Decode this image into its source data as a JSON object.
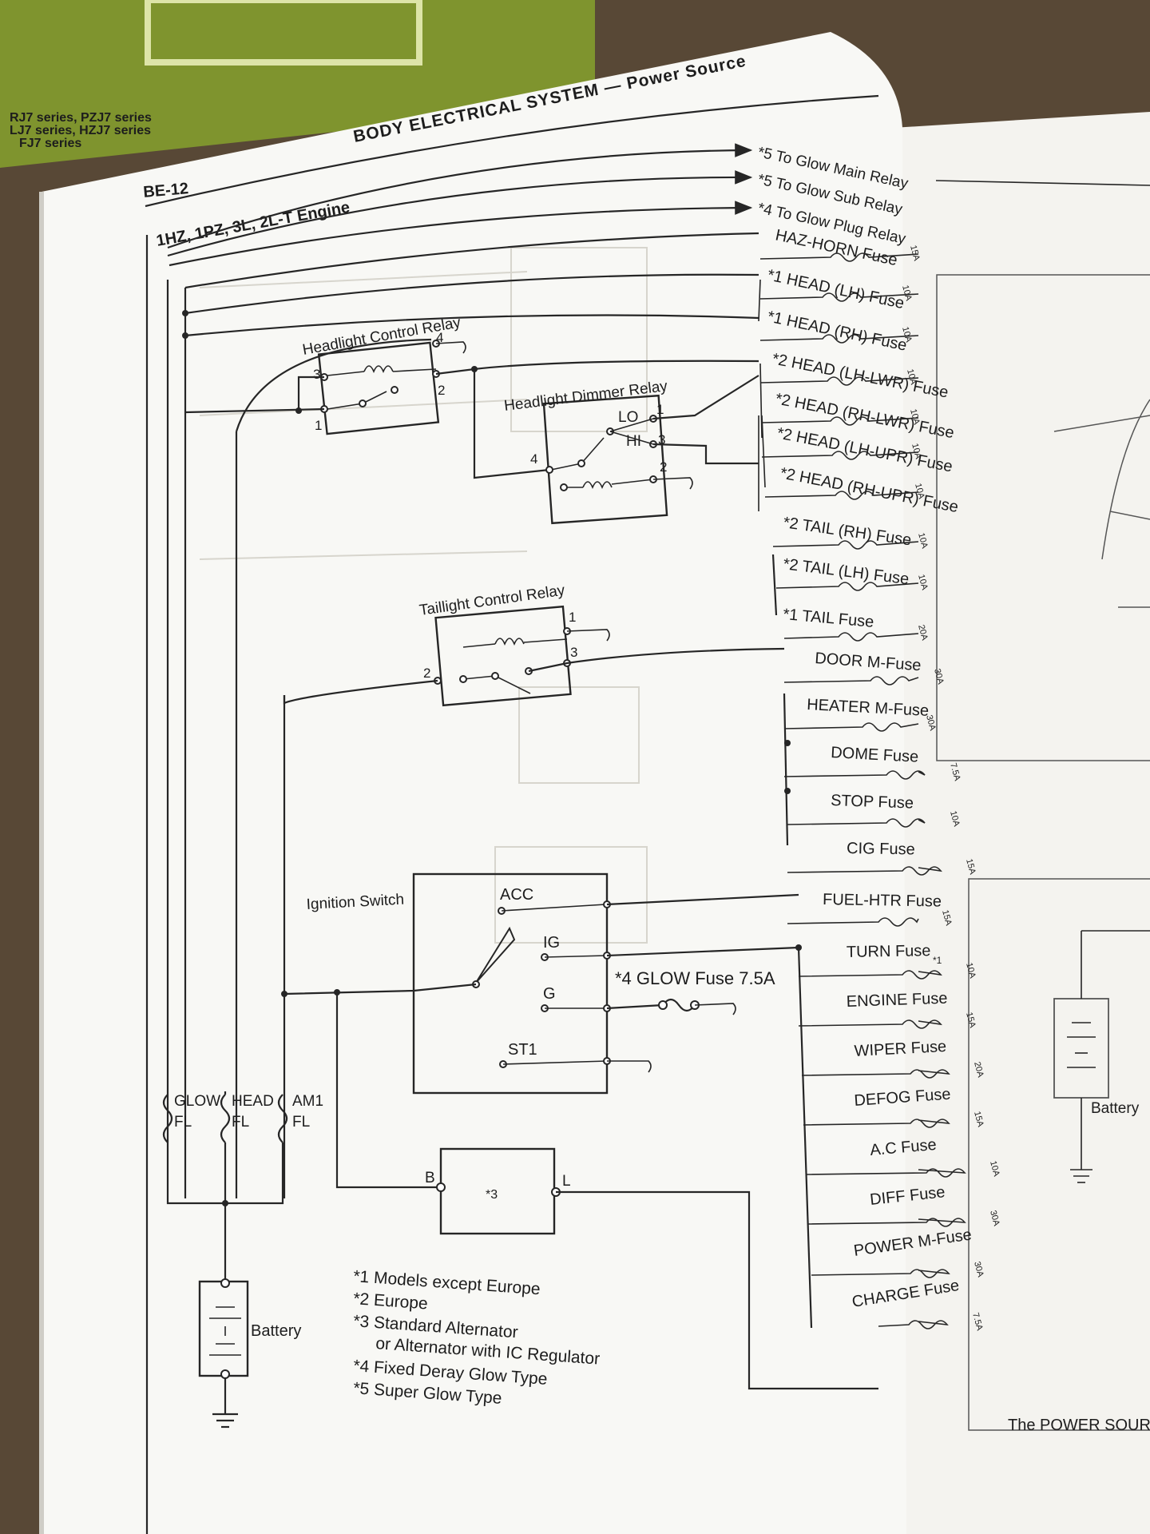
{
  "page": {
    "number": "BE-12",
    "header": "BODY ELECTRICAL SYSTEM — Power Source",
    "engine": "1HZ, 1PZ, 3L, 2L-T Engine"
  },
  "cover": {
    "lines": [
      "RJ7  series, PZJ7  series",
      "LJ7  series, HZJ7  series",
      "FJ7  series"
    ]
  },
  "outputs": [
    "*5 To Glow Main Relay",
    "*5 To Glow Sub Relay",
    "*4 To Glow Plug Relay"
  ],
  "fuses": [
    {
      "name": "HAZ-HORN Fuse",
      "rating": "15A"
    },
    {
      "name": "*1 HEAD (LH) Fuse",
      "rating": "10A"
    },
    {
      "name": "*1 HEAD (RH) Fuse",
      "rating": "10A"
    },
    {
      "name": "*2 HEAD (LH-LWR) Fuse",
      "rating": "10A"
    },
    {
      "name": "*2 HEAD (RH-LWR) Fuse",
      "rating": "10A"
    },
    {
      "name": "*2 HEAD (LH-UPR) Fuse",
      "rating": "10A"
    },
    {
      "name": "*2 HEAD (RH-UPR) Fuse",
      "rating": "10A"
    },
    {
      "name": "*2 TAIL (RH) Fuse",
      "rating": "10A"
    },
    {
      "name": "*2 TAIL (LH) Fuse",
      "rating": "10A"
    },
    {
      "name": "*1 TAIL Fuse",
      "rating": "20A"
    },
    {
      "name": "DOOR M-Fuse",
      "rating": "30A"
    },
    {
      "name": "HEATER M-Fuse",
      "rating": "30A"
    },
    {
      "name": "DOME Fuse",
      "rating": "7.5A"
    },
    {
      "name": "STOP Fuse",
      "rating": "10A"
    },
    {
      "name": "CIG Fuse",
      "rating": "15A"
    },
    {
      "name": "FUEL-HTR Fuse",
      "rating": "15A"
    },
    {
      "name": "TURN Fuse",
      "rating": "10A"
    },
    {
      "name": "ENGINE Fuse",
      "rating": "15A"
    },
    {
      "name": "WIPER Fuse",
      "rating": "20A"
    },
    {
      "name": "DEFOG Fuse",
      "rating": "15A"
    },
    {
      "name": "A.C Fuse",
      "rating": "10A"
    },
    {
      "name": "DIFF Fuse",
      "rating": "30A"
    },
    {
      "name": "POWER M-Fuse",
      "rating": "30A"
    },
    {
      "name": "CHARGE Fuse",
      "rating": "7.5A"
    }
  ],
  "turn_note": "*1",
  "relays": {
    "headlight_control": "Headlight Control Relay",
    "headlight_dimmer": "Headlight Dimmer Relay",
    "taillight_control": "Taillight Control Relay",
    "lo": "LO",
    "hi": "HI"
  },
  "ignition": {
    "title": "Ignition Switch",
    "acc": "ACC",
    "ig": "IG",
    "g": "G",
    "st1": "ST1"
  },
  "glow_fuse": "*4 GLOW Fuse 7.5A",
  "fusible_links": [
    {
      "name": "GLOW",
      "unit": "FL"
    },
    {
      "name": "HEAD",
      "unit": "FL"
    },
    {
      "name": "AM1",
      "unit": "FL"
    }
  ],
  "alternator": {
    "mark": "*3",
    "b": "B",
    "l": "L"
  },
  "battery": "Battery",
  "notes": [
    "*1 Models except Europe",
    "*2 Europe",
    "*3 Standard Alternator",
    "or Alternator with IC Regulator",
    "*4 Fixed Deray Glow Type",
    "*5 Super Glow Type"
  ],
  "right_page": {
    "battery": "Battery",
    "caption": "The POWER SOUR"
  }
}
